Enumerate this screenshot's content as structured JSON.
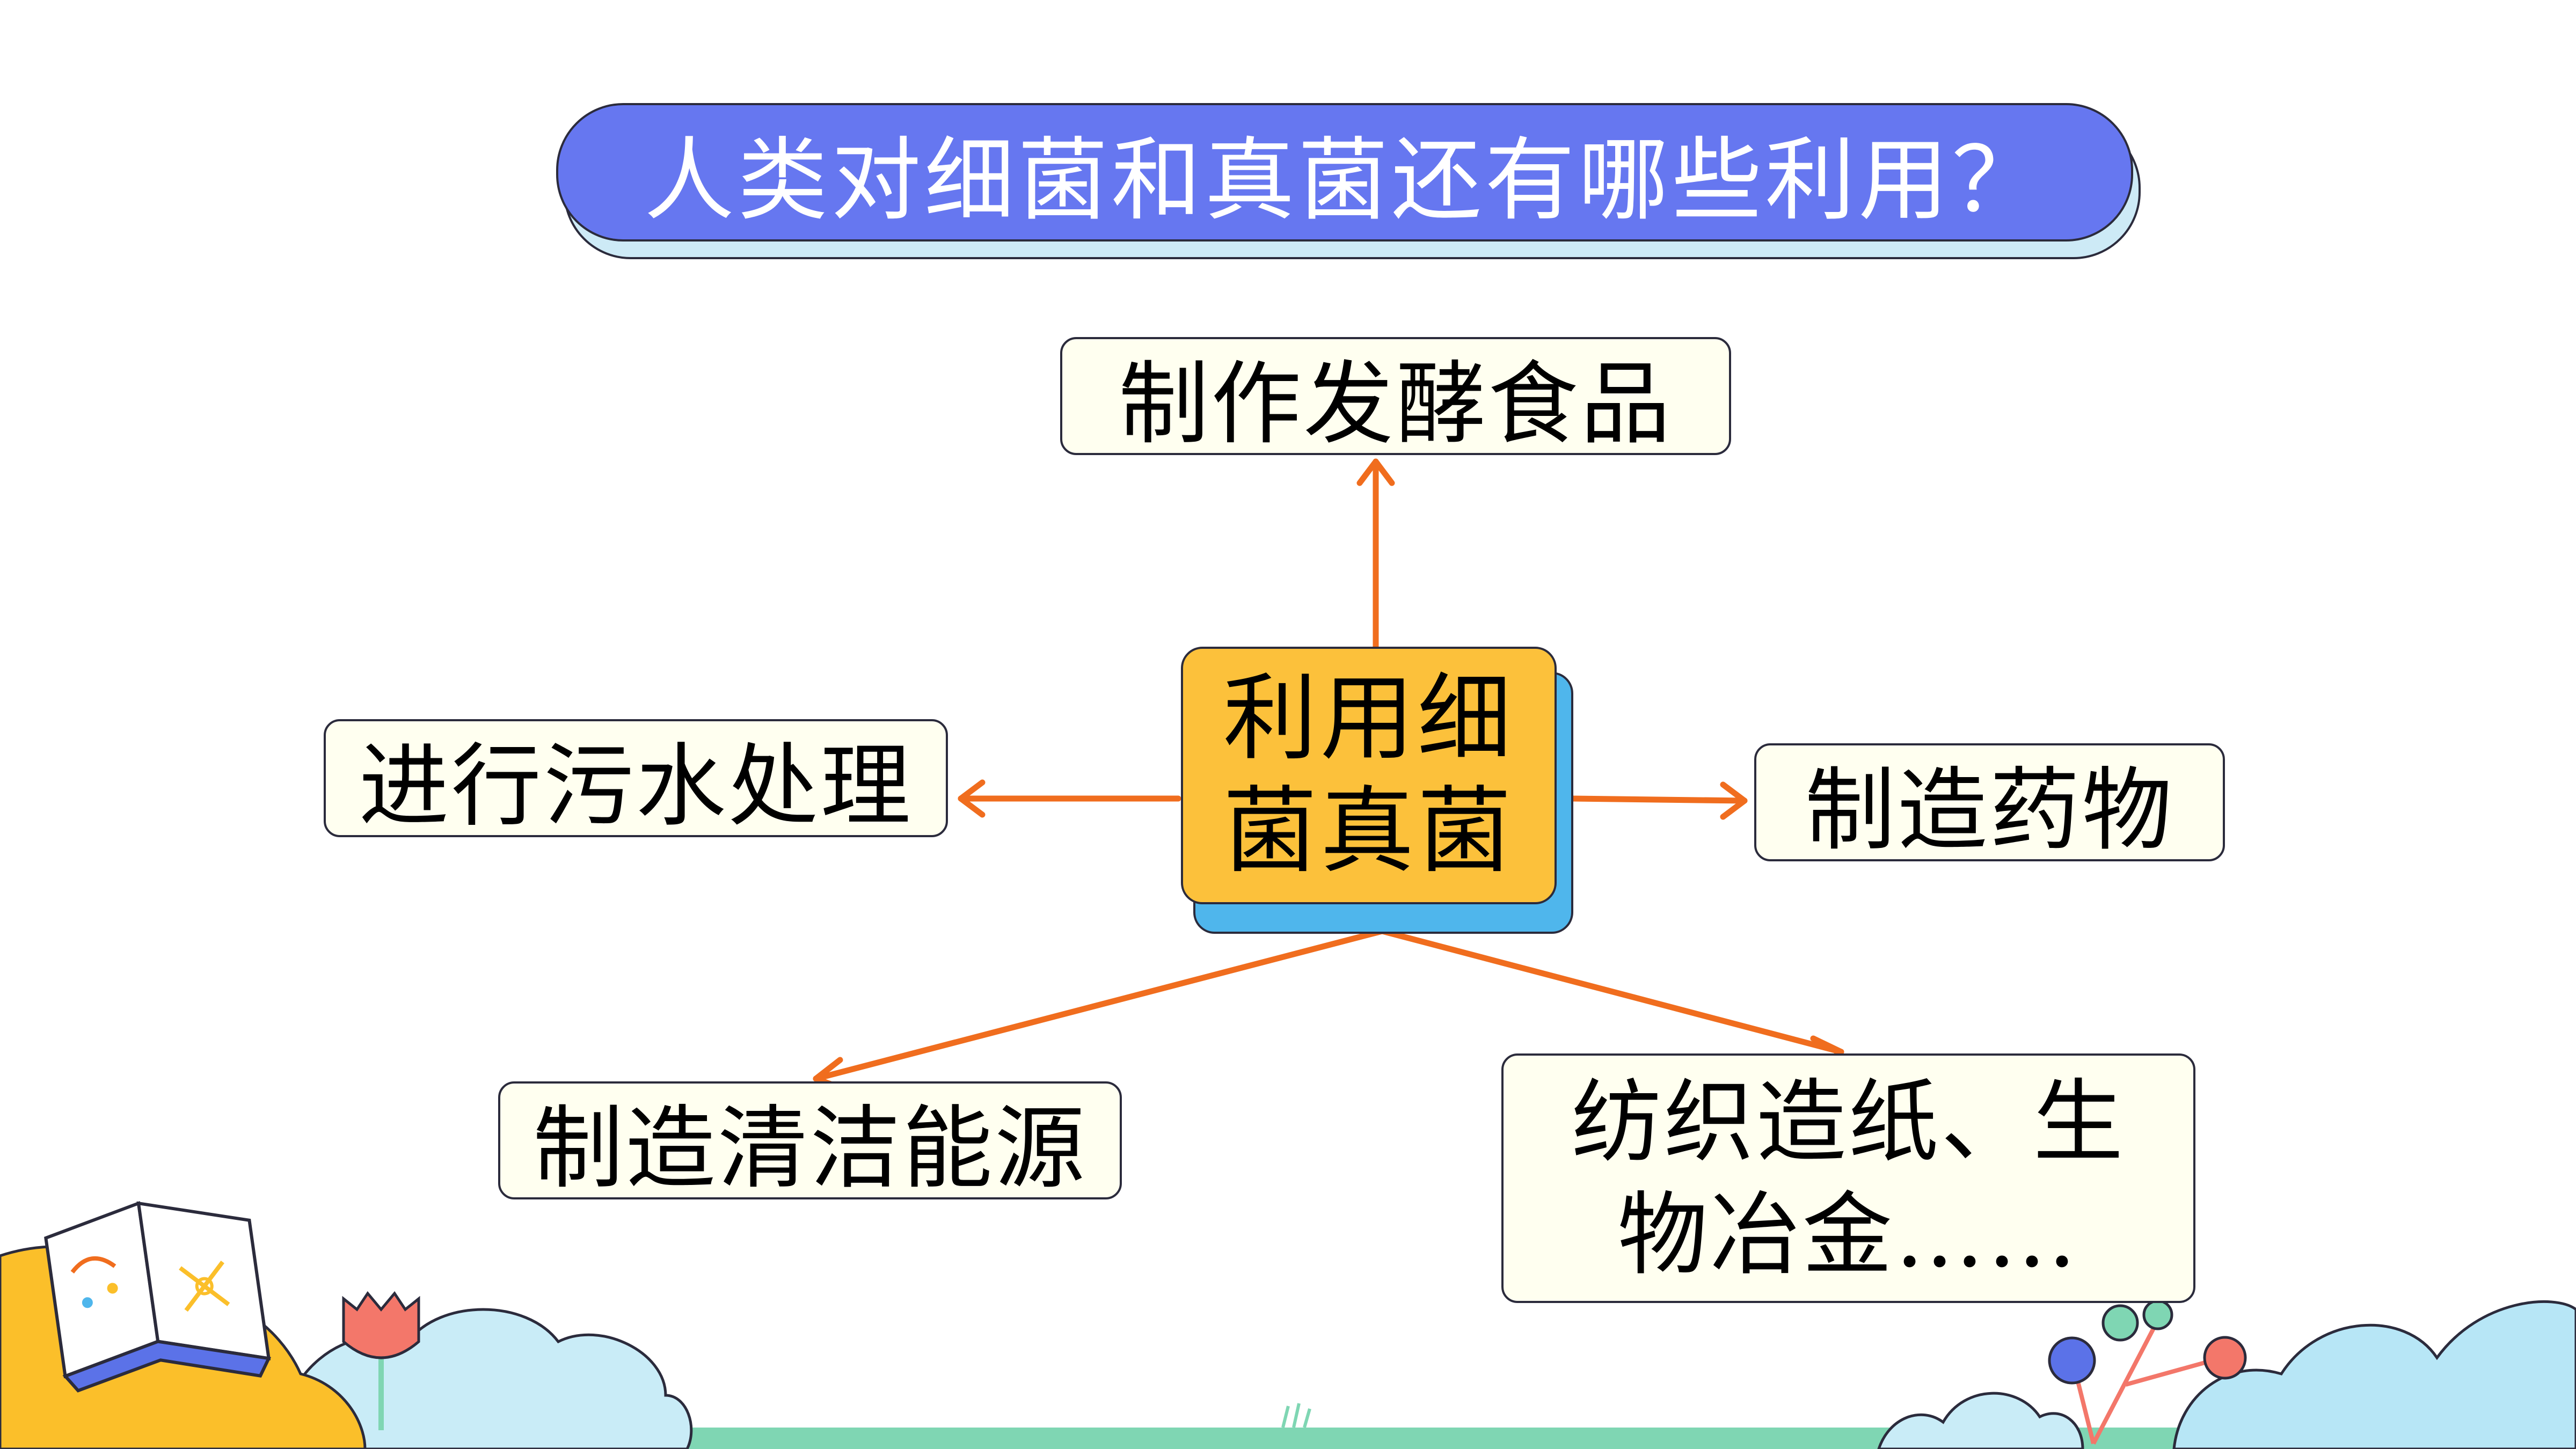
{
  "title": "人类对细菌和真菌还有哪些利用？",
  "center": {
    "label": "利用细\n菌真菌"
  },
  "nodes": {
    "top": "制作发酵食品",
    "left": "进行污水处理",
    "right": "制造药物",
    "bottom_left": "制造清洁能源",
    "bottom_right": "纺织造纸、生\n物冶金……"
  },
  "colors": {
    "title_bg": "#6677f0",
    "center_bg": "#fcc13b",
    "center_shadow": "#4fb6ec",
    "arrow": "#f06d1e",
    "box_bg": "#fffff0"
  }
}
